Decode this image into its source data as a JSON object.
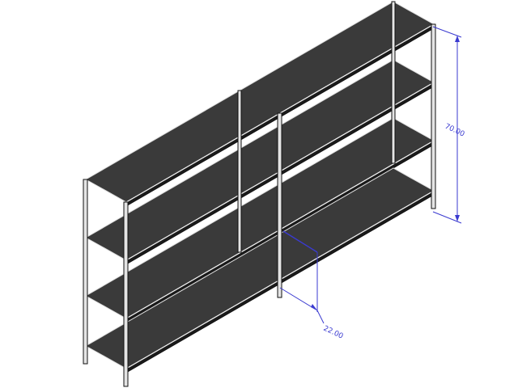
{
  "dimensions": {
    "height_label": "70.00",
    "depth_label": "22.00"
  },
  "colors": {
    "shelf_top": "#3a3a3a",
    "shelf_edge": "#1a1a1a",
    "post_fill": "#e4e4e4",
    "post_stroke": "#111111",
    "dimension": "#3a3ad0"
  },
  "shelf_count": 4
}
